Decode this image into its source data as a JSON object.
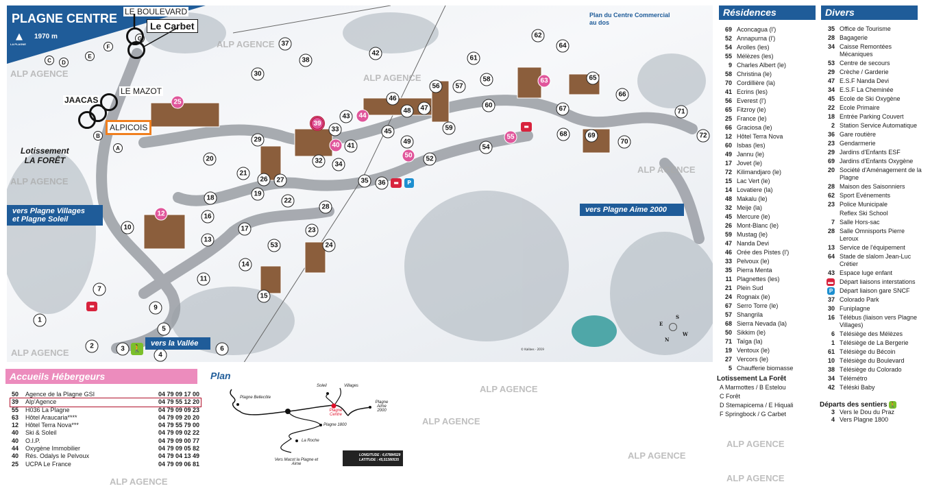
{
  "title": {
    "name": "PLAGNE CENTRE",
    "altitude": "1970 m",
    "logo_text": "LA PLAGNE"
  },
  "accent_colors": {
    "blue": "#1f5c99",
    "pink": "#e0569b",
    "header_pink": "#ec8cbd",
    "highlight_red": "#b0102a",
    "overlay_orange": "#f07f1e"
  },
  "map": {
    "commercial_note": [
      "Plan du Centre Commercial",
      "au dos"
    ],
    "lotissement_label": [
      "Lotissement",
      "LA FORÊT"
    ],
    "directions": [
      {
        "label": "vers Plagne Villages",
        "label2": "et Plagne Soleil"
      },
      {
        "label": "vers Plagne Aime 2000"
      },
      {
        "label": "vers la Vallée"
      }
    ],
    "credit": "© Kalibes - 2019",
    "compass": [
      "S",
      "E",
      "W",
      "N"
    ],
    "watermark": "ALP AGENCE",
    "overlays": {
      "boulevard": "LE BOULEVARD",
      "carbet": "Le Carbet",
      "mazot": "LE MAZOT",
      "jaacas": "JAACAS",
      "alpicois": "ALPICOIS"
    },
    "markers": [
      "1",
      "2",
      "3",
      "4",
      "5",
      "6",
      "7",
      "9",
      "10",
      "11",
      "12",
      "13",
      "14",
      "15",
      "16",
      "17",
      "18",
      "19",
      "20",
      "21",
      "22",
      "23",
      "24",
      "25",
      "26",
      "27",
      "28",
      "29",
      "30",
      "32",
      "33",
      "34",
      "35",
      "36",
      "37",
      "38",
      "39",
      "40",
      "41",
      "42",
      "43",
      "44",
      "45",
      "46",
      "47",
      "48",
      "49",
      "50",
      "52",
      "53",
      "54",
      "55",
      "56",
      "57",
      "58",
      "59",
      "60",
      "61",
      "62",
      "63",
      "64",
      "65",
      "66",
      "67",
      "68",
      "69",
      "70",
      "71",
      "72"
    ],
    "pink_markers": [
      "12",
      "25",
      "40",
      "44",
      "50",
      "55",
      "63"
    ],
    "selected_marker": "39",
    "letters": [
      "A",
      "B",
      "C",
      "D",
      "E",
      "F",
      "G"
    ],
    "icons": [
      "bus-icon",
      "sncf-shuttle-icon",
      "hiker-icon",
      "cable-car-icon"
    ]
  },
  "residences": {
    "header": "Résidences",
    "items": [
      [
        "69",
        "Aconcagua (l')"
      ],
      [
        "52",
        "Annapurna (l')"
      ],
      [
        "54",
        "Arolles (les)"
      ],
      [
        "55",
        "Mélèzes (les)"
      ],
      [
        "9",
        "Charles Albert (le)"
      ],
      [
        "58",
        "Christina (le)"
      ],
      [
        "70",
        "Cordillière (la)"
      ],
      [
        "41",
        "Ecrins (les)"
      ],
      [
        "56",
        "Everest (l')"
      ],
      [
        "65",
        "Fitzroy (le)"
      ],
      [
        "25",
        "France (le)"
      ],
      [
        "66",
        "Graciosa (le)"
      ],
      [
        "12",
        "Hôtel Terra Nova"
      ],
      [
        "60",
        "Isbas (les)"
      ],
      [
        "49",
        "Jannu (le)"
      ],
      [
        "17",
        "Jovet (le)"
      ],
      [
        "72",
        "Kilimandjaro (le)"
      ],
      [
        "15",
        "Lac Vert (le)"
      ],
      [
        "14",
        "Lovatiere (la)"
      ],
      [
        "48",
        "Makalu (le)"
      ],
      [
        "32",
        "Meije (la)"
      ],
      [
        "45",
        "Mercure (le)"
      ],
      [
        "26",
        "Mont-Blanc (le)"
      ],
      [
        "59",
        "Mustag (le)"
      ],
      [
        "47",
        "Nanda Devi"
      ],
      [
        "46",
        "Orée des Pistes (l')"
      ],
      [
        "33",
        "Pelvoux (le)"
      ],
      [
        "35",
        "Pierra Menta"
      ],
      [
        "11",
        "Plagnettes (les)"
      ],
      [
        "21",
        "Plein Sud"
      ],
      [
        "24",
        "Rognaix (le)"
      ],
      [
        "67",
        "Serro Torre (le)"
      ],
      [
        "57",
        "Shangrila"
      ],
      [
        "68",
        "Sierra Nevada (la)"
      ],
      [
        "50",
        "Sikkim (le)"
      ],
      [
        "71",
        "Taïga (la)"
      ],
      [
        "19",
        "Ventoux (le)"
      ],
      [
        "27",
        "Vercors (le)"
      ],
      [
        "5",
        "Chaufferie biomasse"
      ]
    ],
    "lotissement": {
      "title": "Lotissement La Forêt",
      "items": [
        "A Marmottes / B Estelou",
        "C Forêt",
        "D Stemapicema / E Hiquali",
        "F Springbock / G Carbet"
      ]
    }
  },
  "divers": {
    "header": "Divers",
    "items": [
      [
        "35",
        "Office de Tourisme"
      ],
      [
        "28",
        "Bagagerie"
      ],
      [
        "34",
        "Caisse Remontées Mécaniques"
      ],
      [
        "53",
        "Centre de secours"
      ],
      [
        "29",
        "Crèche / Garderie"
      ],
      [
        "47",
        "E.S.F Nanda Devi"
      ],
      [
        "34",
        "E.S.F La Cheminée"
      ],
      [
        "45",
        "Ecole de Ski Oxygène"
      ],
      [
        "22",
        "Ecole Primaire"
      ],
      [
        "18",
        "Entrée Parking Couvert"
      ],
      [
        "2",
        "Station Service Automatique"
      ],
      [
        "36",
        "Gare routière"
      ],
      [
        "23",
        "Gendarmerie"
      ],
      [
        "29",
        "Jardins d'Enfants ESF"
      ],
      [
        "69",
        "Jardins d'Enfants Oxygène"
      ],
      [
        "20",
        "Société d'Aménagement de la Plagne"
      ],
      [
        "28",
        "Maison des Saisonniers"
      ],
      [
        "62",
        "Sport Evénements"
      ],
      [
        "23",
        "Police Municipale"
      ],
      [
        "",
        "Reflex Ski School"
      ],
      [
        "7",
        "Salle Hors-sac"
      ],
      [
        "28",
        "Salle Omnisports Pierre Leroux"
      ],
      [
        "13",
        "Service de l'équipement"
      ],
      [
        "64",
        "Stade de slalom Jean-Luc Crétier"
      ],
      [
        "43",
        "Espace luge enfant"
      ],
      [
        "bus",
        "Départ liaisons interstations"
      ],
      [
        "sncf",
        "Départ liaison gare SNCF"
      ],
      [
        "37",
        "Colorado Park"
      ],
      [
        "30",
        "Funiplagne"
      ],
      [
        "16",
        "Télébus (liaison vers Plagne Villages)"
      ],
      [
        "6",
        "Télésiège des Mélèzes"
      ],
      [
        "1",
        "Télésiège de La Bergerie"
      ],
      [
        "61",
        "Télésiège du Bécoin"
      ],
      [
        "10",
        "Télésiège du Boulevard"
      ],
      [
        "38",
        "Télésiège du Colorado"
      ],
      [
        "34",
        "Télémétro"
      ],
      [
        "42",
        "Téléski Baby"
      ]
    ],
    "sentiers": {
      "title": "Départs des sentiers",
      "items": [
        [
          "3",
          "Vers le Dou du Praz"
        ],
        [
          "4",
          "Vers Plagne 1800"
        ]
      ]
    }
  },
  "accueils": {
    "header": "Accueils Hébergeurs",
    "highlighted": "Alp'Agence",
    "rows": [
      [
        "50",
        "Agence de la Plagne GSI",
        "04 79 09 17 00"
      ],
      [
        "39",
        "Alp'Agence",
        "04 79 55 12 20"
      ],
      [
        "55",
        "H036 La Plagne",
        "04 79 09 09 23"
      ],
      [
        "63",
        "Hôtel Araucaria****",
        "04 79 09 20 20"
      ],
      [
        "12",
        "Hôtel Terra Nova***",
        "04 79 55 79 00"
      ],
      [
        "40",
        "Ski & Soleil",
        "04 79 09 02 22"
      ],
      [
        "40",
        "O.I.P.",
        "04 79 09 00 77"
      ],
      [
        "44",
        "Oxygène Immobilier",
        "04 79 09 05 82"
      ],
      [
        "40",
        "Rés. Odalys le Pelvoux",
        "04 79 04 13 49"
      ],
      [
        "25",
        "UCPA Le France",
        "04 79 09 06 81"
      ]
    ]
  },
  "plan": {
    "title": "Plan",
    "places": [
      "Soleil",
      "Villages",
      "Plagne Bellecôte",
      "Plagne Centre",
      "Plagne Aime 2000",
      "Plagne 1800",
      "La Roche",
      "Vers Macot la Plagne et Aime"
    ],
    "coords": {
      "longitude": "LONGITUDE : 6,67884529",
      "latitude": "LATITUDE : 45,51380535"
    }
  }
}
